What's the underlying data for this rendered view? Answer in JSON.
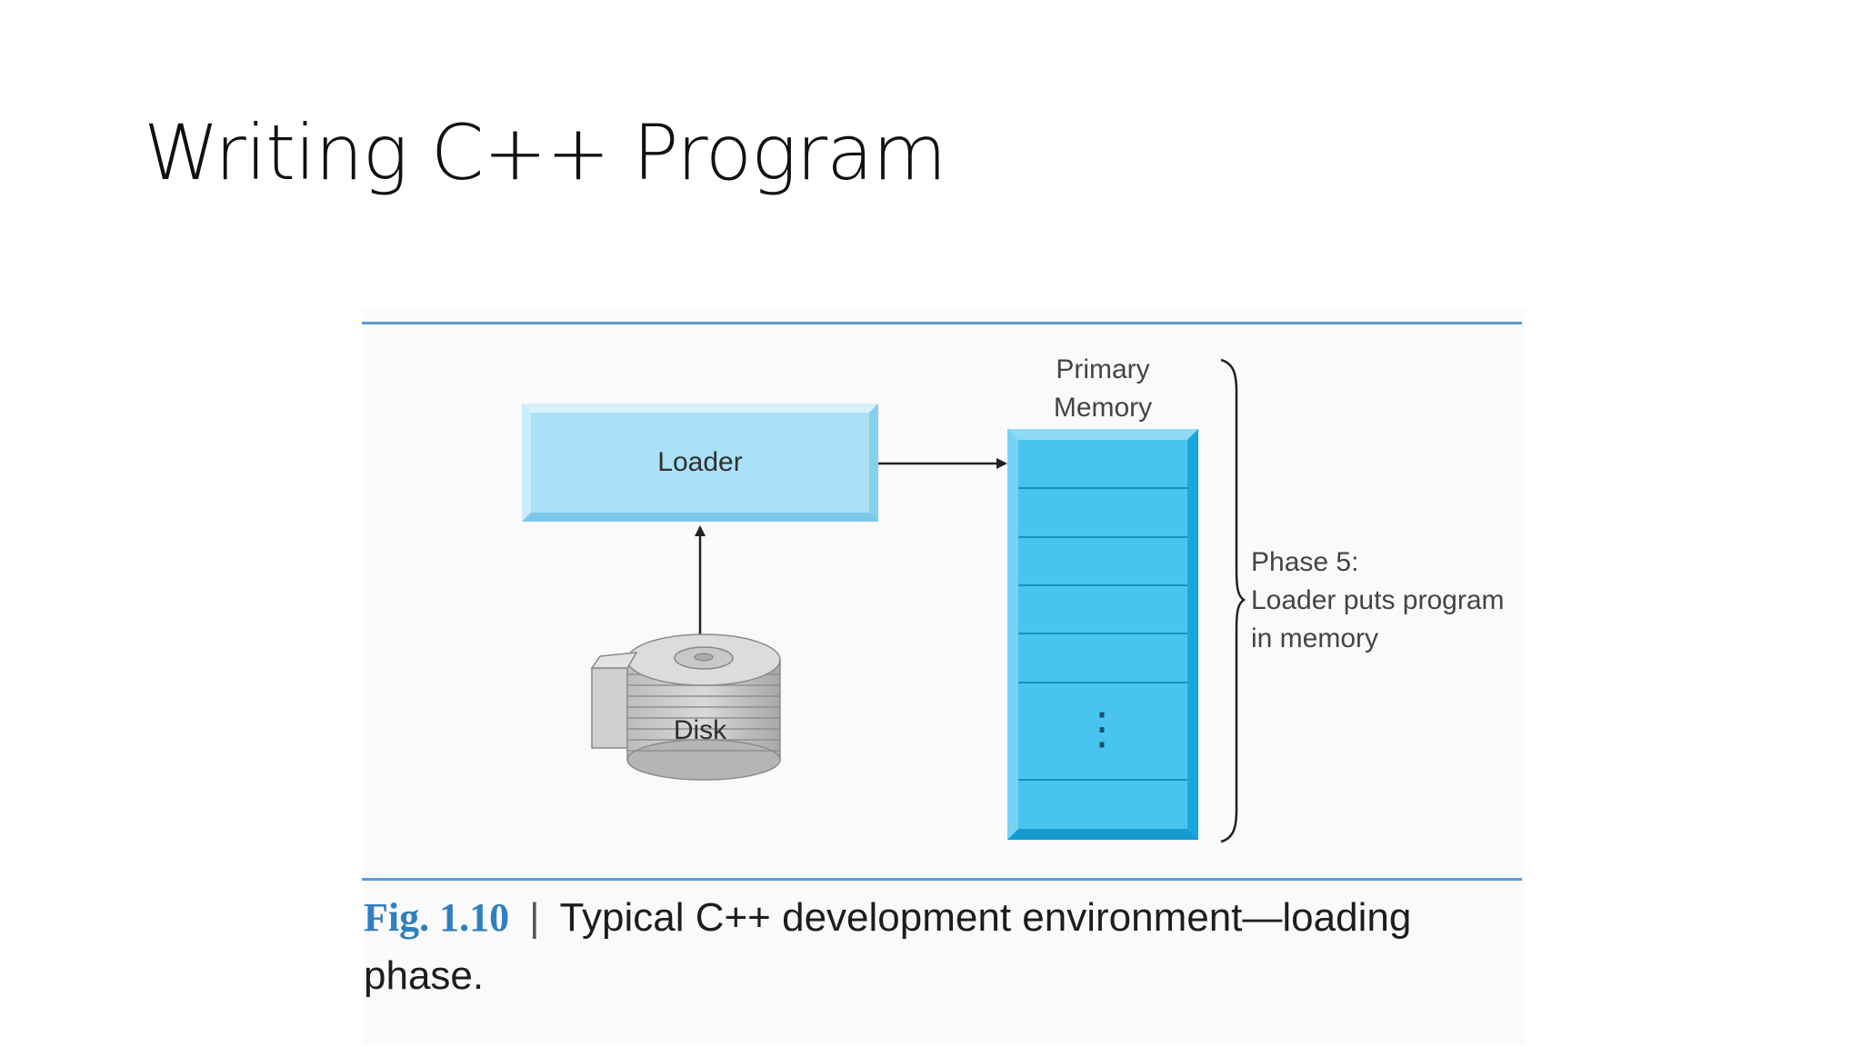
{
  "slide": {
    "title": "Writing C++ Program"
  },
  "diagram": {
    "loader": {
      "label": "Loader"
    },
    "disk": {
      "label": "Disk"
    },
    "memory": {
      "label": "Primary\nMemory",
      "ellipsis": "⋮"
    },
    "phase": {
      "text": "Phase 5:\nLoader puts program\nin memory"
    }
  },
  "caption": {
    "figure_number": "Fig. 1.10",
    "separator": "|",
    "text": "Typical C++ development environment—loading phase."
  },
  "colors": {
    "rule": "#5b9bd5",
    "loader_fill": "#a9e1f7",
    "memory_fill": "#48c4ee",
    "caption_accent": "#2f7fc1"
  }
}
